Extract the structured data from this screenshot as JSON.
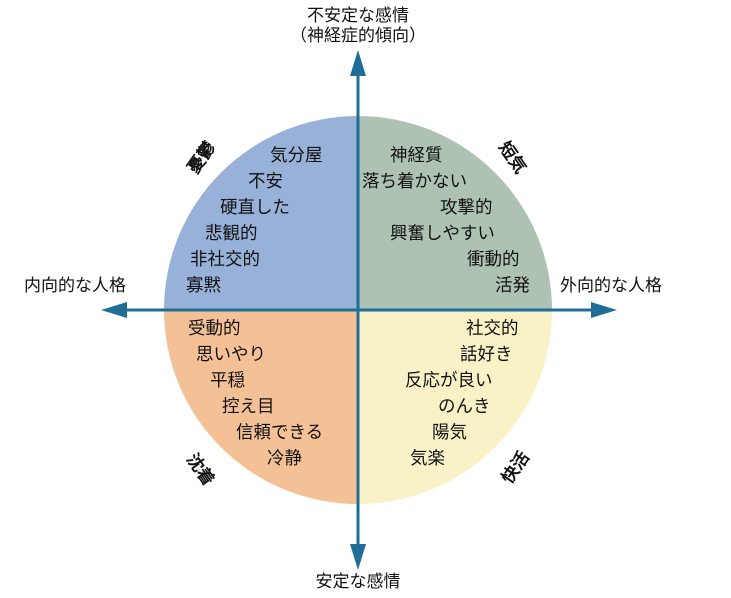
{
  "axes": {
    "top_line1": "不安定な感情",
    "top_line2": "（神経症的傾向）",
    "bottom": "安定な感情",
    "left": "内向的な人格",
    "right": "外向的な人格"
  },
  "quadrants": {
    "top_left": {
      "name": "憂鬱",
      "color": "#97b1d9",
      "traits": [
        "気分屋",
        "不安",
        "硬直した",
        "悲観的",
        "非社交的",
        "寡黙"
      ]
    },
    "top_right": {
      "name": "短気",
      "color": "#aec2b3",
      "traits": [
        "神経質",
        "落ち着かない",
        "攻撃的",
        "興奮しやすい",
        "衝動的",
        "活発"
      ]
    },
    "bottom_left": {
      "name": "沈着",
      "color": "#f4c196",
      "traits": [
        "受動的",
        "思いやり",
        "平穏",
        "控え目",
        "信頼できる",
        "冷静"
      ]
    },
    "bottom_right": {
      "name": "快活",
      "color": "#f8f2c6",
      "traits": [
        "社交的",
        "話好き",
        "反応が良い",
        "のんき",
        "陽気",
        "気楽"
      ]
    }
  },
  "arrow_color": "#1f6e97"
}
